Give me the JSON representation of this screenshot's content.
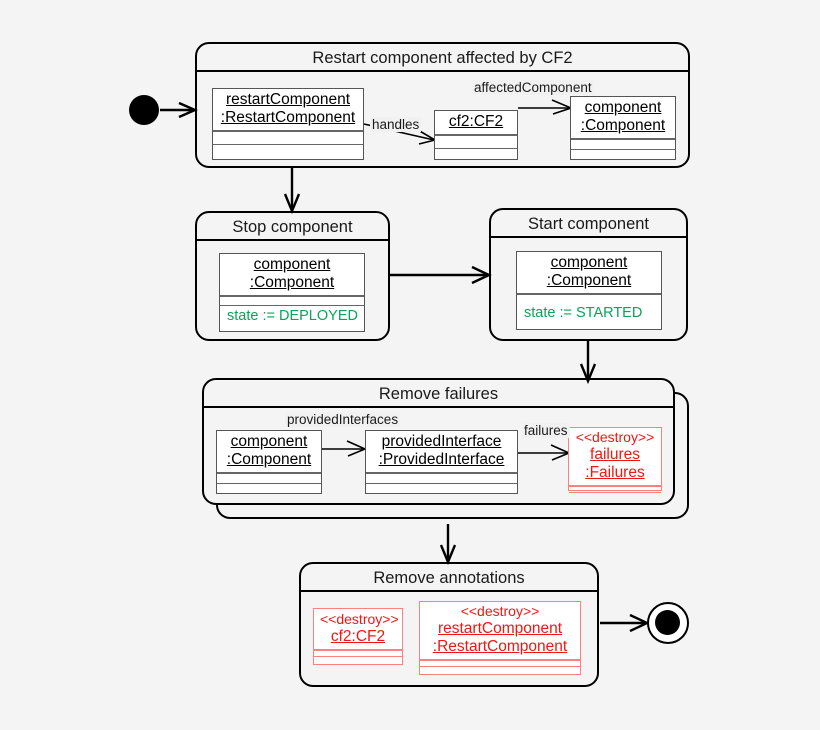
{
  "diagram": {
    "type": "uml-story-activity-diagram",
    "background": "#f4f4f4",
    "colors": {
      "line": "#000000",
      "create_update": "#0aa35a",
      "destroy": "#f01616",
      "object_border": "#555555"
    },
    "start_node": {
      "name": "initial-node"
    },
    "end_node": {
      "name": "final-node"
    }
  },
  "activities": [
    {
      "id": "restart",
      "title": "Restart component affected by CF2",
      "stacked": false,
      "objects": [
        {
          "id": "restartComponent",
          "stereotype": "",
          "lines": [
            "restartComponent",
            ":RestartComponent"
          ],
          "attribute": "",
          "destroy": false
        },
        {
          "id": "cf2",
          "stereotype": "",
          "lines": [
            "cf2:CF2"
          ],
          "attribute": "",
          "destroy": false
        },
        {
          "id": "component",
          "stereotype": "",
          "lines": [
            "component",
            ":Component"
          ],
          "attribute": "",
          "destroy": false
        }
      ],
      "links": [
        {
          "label": "handles",
          "from": "restartComponent",
          "to": "cf2"
        },
        {
          "label": "affectedComponent",
          "from": "cf2",
          "to": "component"
        }
      ]
    },
    {
      "id": "stop",
      "title": "Stop component",
      "stacked": false,
      "objects": [
        {
          "id": "stopComponent",
          "stereotype": "",
          "lines": [
            "component",
            ":Component"
          ],
          "attribute": "state := DEPLOYED",
          "destroy": false
        }
      ],
      "links": []
    },
    {
      "id": "start",
      "title": "Start component",
      "stacked": false,
      "objects": [
        {
          "id": "startComponent",
          "stereotype": "",
          "lines": [
            "component",
            ":Component"
          ],
          "attribute": "state := STARTED",
          "destroy": false
        }
      ],
      "links": []
    },
    {
      "id": "removeFailures",
      "title": "Remove failures",
      "stacked": true,
      "objects": [
        {
          "id": "rfComponent",
          "stereotype": "",
          "lines": [
            "component",
            ":Component"
          ],
          "attribute": "",
          "destroy": false
        },
        {
          "id": "providedInterface",
          "stereotype": "",
          "lines": [
            "providedInterface",
            ":ProvidedInterface"
          ],
          "attribute": "",
          "destroy": false
        },
        {
          "id": "failures",
          "stereotype": "<<destroy>>",
          "lines": [
            "failures",
            ":Failures"
          ],
          "attribute": "",
          "destroy": true
        }
      ],
      "links": [
        {
          "label": "providedInterfaces",
          "from": "rfComponent",
          "to": "providedInterface"
        },
        {
          "label": "failures",
          "from": "providedInterface",
          "to": "failures"
        }
      ]
    },
    {
      "id": "removeAnnotations",
      "title": "Remove annotations",
      "stacked": false,
      "objects": [
        {
          "id": "raCf2",
          "stereotype": "<<destroy>>",
          "lines": [
            "cf2:CF2"
          ],
          "attribute": "",
          "destroy": true
        },
        {
          "id": "raRestart",
          "stereotype": "<<destroy>>",
          "lines": [
            "restartComponent",
            ":RestartComponent"
          ],
          "attribute": "",
          "destroy": true
        }
      ],
      "links": []
    }
  ],
  "flows": [
    {
      "from": "initial-node",
      "to": "restart"
    },
    {
      "from": "restart",
      "to": "stop"
    },
    {
      "from": "stop",
      "to": "start"
    },
    {
      "from": "start",
      "to": "removeFailures"
    },
    {
      "from": "removeFailures",
      "to": "removeAnnotations"
    },
    {
      "from": "removeAnnotations",
      "to": "final-node"
    }
  ]
}
